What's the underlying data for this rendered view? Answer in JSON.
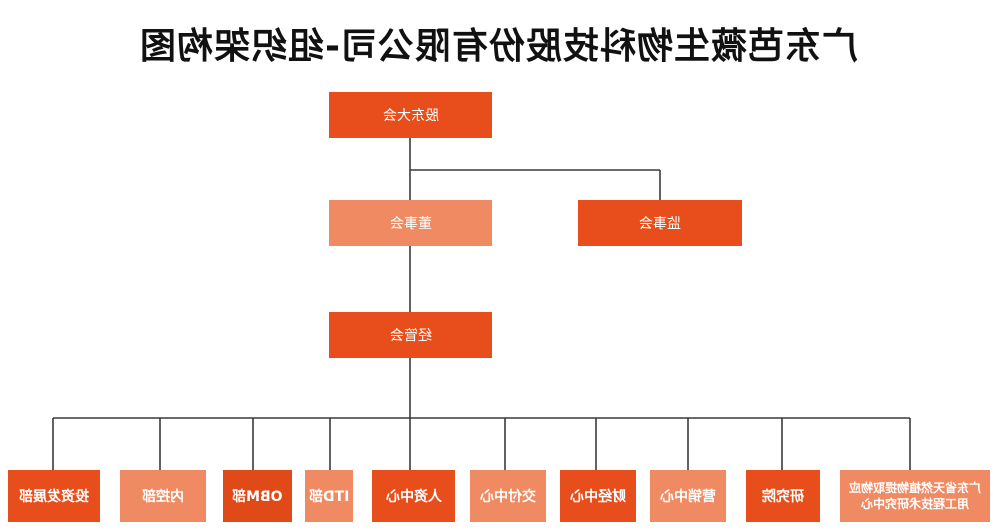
{
  "title": "广东芭薇生物科技股份有限公司-组织架构图",
  "colors": {
    "primary": "#e84e1b",
    "secondary": "#f08a62",
    "connector": "#3a3a3a",
    "text": "#ffffff"
  },
  "nodes": {
    "shareholders": {
      "label": "股东大会",
      "color": "#e84e1b"
    },
    "board": {
      "label": "董事会",
      "color": "#f08a62"
    },
    "supervisors": {
      "label": "监事会",
      "color": "#e84e1b"
    },
    "management": {
      "label": "经管会",
      "color": "#e84e1b"
    }
  },
  "departments": [
    {
      "label": "投资发展部",
      "color": "#e84e1b"
    },
    {
      "label": "内控部",
      "color": "#f08a62"
    },
    {
      "label": "OBM部",
      "color": "#e04a18"
    },
    {
      "label": "ITD部",
      "color": "#f08a62"
    },
    {
      "label": "人资中心",
      "color": "#e84e1b"
    },
    {
      "label": "交付中心",
      "color": "#f08a62"
    },
    {
      "label": "财经中心",
      "color": "#e84e1b"
    },
    {
      "label": "营销中心",
      "color": "#f08a62"
    },
    {
      "label": "研究院",
      "color": "#e84e1b"
    },
    {
      "label_lines": [
        "广东省天然植物提取物应",
        "用工程技术研究中心"
      ],
      "color": "#f08a62"
    }
  ]
}
